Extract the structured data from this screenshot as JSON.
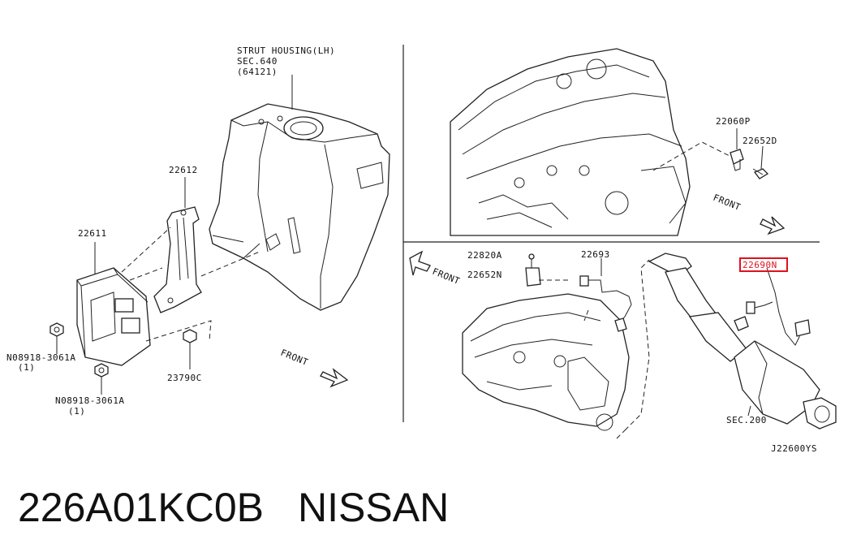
{
  "diagram": {
    "labels": {
      "strut_housing_line1": "STRUT HOUSING(LH)",
      "strut_housing_line2": "SEC.640",
      "strut_housing_line3": "(64121)",
      "bracket_22612": "22612",
      "ecm_22611": "22611",
      "nut_08918_a": "N08918-3061A",
      "nut_08918_a_qty": "(1)",
      "nut_08918_b": "N08918-3061A",
      "nut_08918_b_qty": "(1)",
      "bolt_23790c": "23790C",
      "front_left": "FRONT",
      "sensor_22060p": "22060P",
      "bolt_22652d": "22652D",
      "front_top_right": "FRONT",
      "bolt_22820a": "22820A",
      "clip_22652n": "22652N",
      "sensor_22693": "22693",
      "sensor_22690n": "22690N",
      "front_bottom_mid": "FRONT",
      "sec_200": "SEC.200",
      "diagram_code": "J22600YS"
    },
    "highlight_color": "#e0111e"
  },
  "footer": {
    "part_number": "226A01KC0B",
    "brand": "NISSAN"
  }
}
